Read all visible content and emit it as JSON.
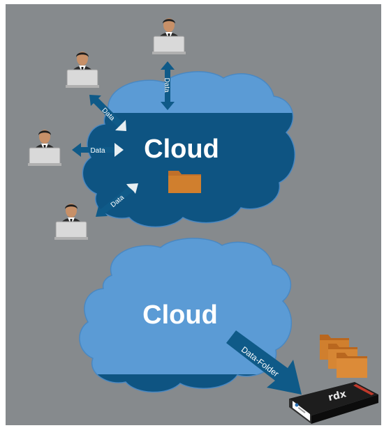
{
  "diagram": {
    "top_cloud": {
      "label": "Cloud"
    },
    "bottom_cloud": {
      "label": "Cloud"
    },
    "data_arrows": [
      {
        "label": "Data"
      },
      {
        "label": "Data"
      },
      {
        "label": "Data"
      },
      {
        "label": "Data"
      }
    ],
    "export_arrow": {
      "label": "Data-Folder"
    },
    "tape_cartridge": {
      "brand": "rdx"
    },
    "colors": {
      "background": "#868a8d",
      "cloud_light": "#5b9bd5",
      "cloud_dark": "#0e5482",
      "arrow": "#0f5a88",
      "folder": "#d07f2e"
    },
    "icons": [
      "user-laptop-icon",
      "folder-icon",
      "rdx-cartridge-icon"
    ]
  }
}
